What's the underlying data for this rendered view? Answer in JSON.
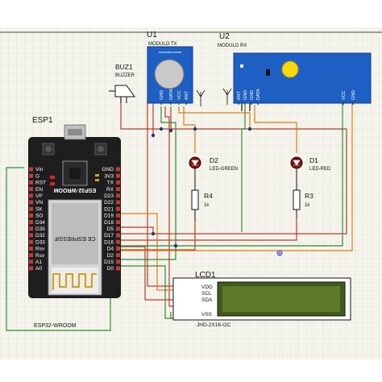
{
  "esp": {
    "ref": "ESP1",
    "name": "ESP32-WROOM",
    "chip_text": "ESP32-WROOM",
    "module_text": "CE ESPRESSIF",
    "left_pins": [
      "Vin",
      "G",
      "RST",
      "EN",
      "VP",
      "VN",
      "SK",
      "SO",
      "D34",
      "D35",
      "D32",
      "D33",
      "Rsv",
      "Rsv",
      "A1",
      "A0"
    ],
    "right_pins": [
      "GND",
      "3V3",
      "TX",
      "RX",
      "D23",
      "D22",
      "D21",
      "D19",
      "D18",
      "D5",
      "D17",
      "D16",
      "D4",
      "D2",
      "D15",
      "D0"
    ]
  },
  "u1": {
    "ref": "U1",
    "name": "MODULO TX",
    "pins": [
      "GND",
      "DATA",
      "VCC",
      "ANT"
    ],
    "board_text": "rfcontrollermodule"
  },
  "u2": {
    "ref": "U2",
    "name": "MODULO RX",
    "pins": [
      "ANT",
      "GND",
      "GND",
      "DATA",
      "VCC",
      "GND"
    ]
  },
  "buzzer": {
    "ref": "BUZ1",
    "name": "BUZZER"
  },
  "d2": {
    "ref": "D2",
    "name": "LED-GREEN"
  },
  "d1": {
    "ref": "D1",
    "name": "LED-RED"
  },
  "r4": {
    "ref": "R4",
    "value": "1k"
  },
  "r3": {
    "ref": "R3",
    "value": "1k"
  },
  "lcd": {
    "ref": "LCD1",
    "name": "JHD-2X16-I2C",
    "pins": [
      "VDD",
      "SCL",
      "SDA",
      "VSS"
    ]
  },
  "colors": {
    "wire_red": "#c0392b",
    "wire_green": "#2e8b2e",
    "wire_orange": "#e07b1a",
    "board_blue": "#1e5fc4",
    "lcd_green": "#5c7a2a"
  }
}
